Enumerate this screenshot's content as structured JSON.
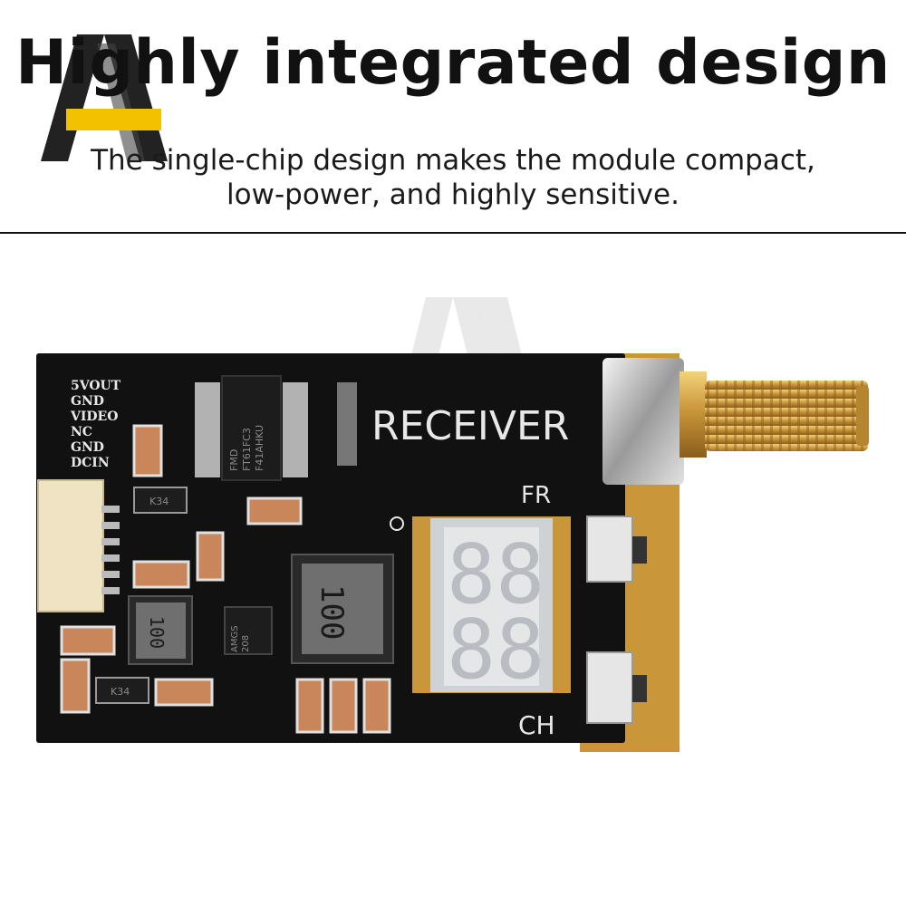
{
  "header": {
    "title": "Highly integrated design",
    "subtitle": "The single-chip design makes the module compact, low-power, and highly sensitive."
  },
  "board": {
    "label": "RECEIVER",
    "fr_label": "FR",
    "ch_label": "CH",
    "pins": [
      "5VOUT",
      "GND",
      "VIDEO",
      "NC",
      "GND",
      "DCIN"
    ],
    "chip_marking": [
      "FMD",
      "FT61FC3",
      "F41AHKU"
    ],
    "ic_marking": [
      "AMGS",
      "208"
    ],
    "inductor_large": "100",
    "inductor_small": "100",
    "diode_1": "K34",
    "diode_2": "K34",
    "display_digits": "88",
    "colors": {
      "pcb": "#111111",
      "gold": "#c9963a",
      "silkscreen": "#e8e8e8",
      "capacitor": "#c8865a"
    }
  }
}
